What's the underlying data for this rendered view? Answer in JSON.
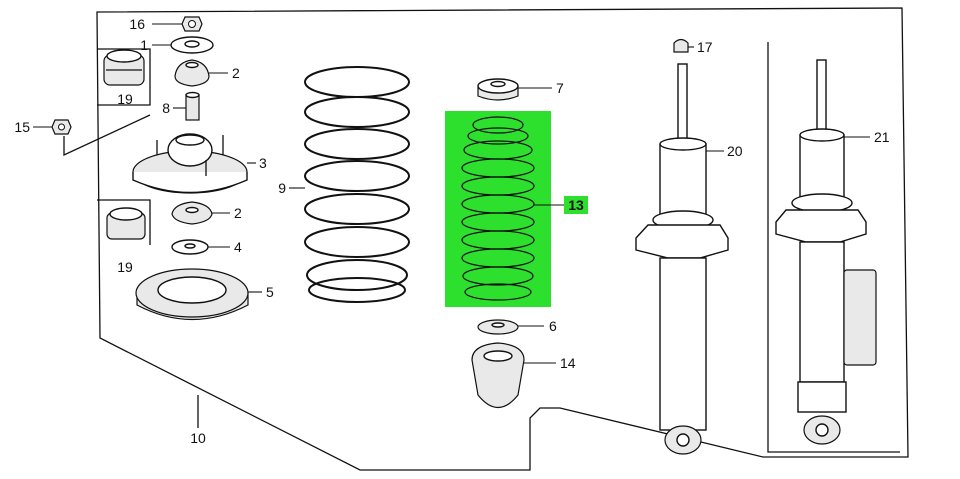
{
  "highlight_color": "#2ee02e",
  "labels": {
    "p1": "1",
    "p2a": "2",
    "p2b": "2",
    "p3": "3",
    "p4": "4",
    "p5": "5",
    "p6": "6",
    "p7": "7",
    "p8": "8",
    "p9": "9",
    "p10": "10",
    "p13": "13",
    "p14": "14",
    "p15": "15",
    "p16": "16",
    "p17": "17",
    "p19a": "19",
    "p19b": "19",
    "p20": "20",
    "p21": "21"
  }
}
